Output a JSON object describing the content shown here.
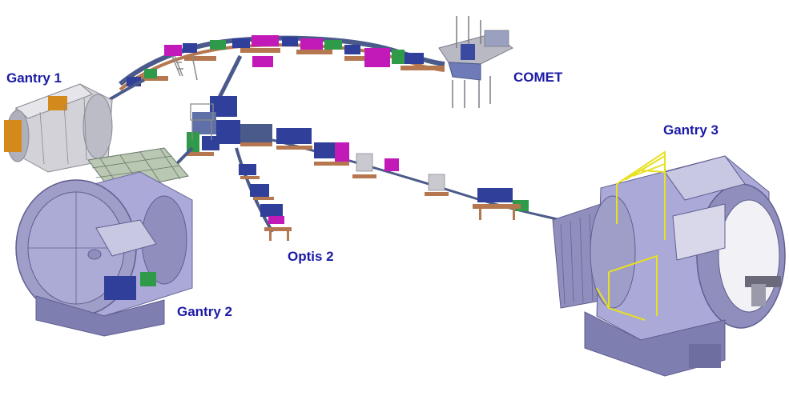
{
  "labels": {
    "gantry1": "Gantry 1",
    "comet": "COMET",
    "gantry3": "Gantry 3",
    "optis2": "Optis 2",
    "gantry2": "Gantry 2"
  },
  "colors": {
    "label_text": "#1a1aa6",
    "structure_lavender": "#a9a8d6",
    "structure_grey": "#c9c9cf",
    "support_rust": "#b5774f",
    "magnet_blue": "#2f3f9a",
    "magnet_magenta": "#c21ab8",
    "magnet_green": "#2e9a4a",
    "platform_yellow": "#e8e020"
  }
}
